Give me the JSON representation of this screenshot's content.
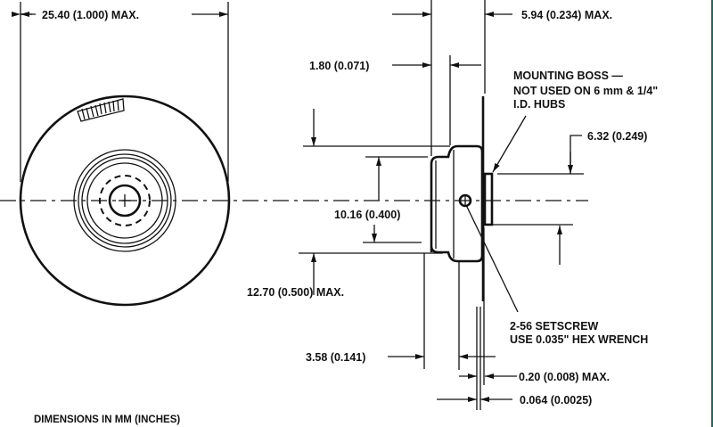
{
  "dimensions": {
    "overall_diameter": "25.40 (1.000) MAX.",
    "overall_width": "5.94 (0.234) MAX.",
    "flange_offset": "1.80 (0.071)",
    "hub_diameter_max": "12.70 (0.500) MAX.",
    "hub_diameter": "10.16 (0.400)",
    "boss_diameter": "6.32 (0.249)",
    "hub_length": "3.58 (0.141)",
    "disk_runout": "0.20 (0.008) MAX.",
    "disk_thickness": "0.064 (0.0025)"
  },
  "notes": {
    "mounting_boss": [
      "MOUNTING BOSS —",
      "NOT USED ON 6 mm & 1/4\"",
      "I.D. HUBS"
    ],
    "setscrew": [
      "2-56 SETSCREW",
      "USE 0.035\" HEX WRENCH"
    ],
    "units": "DIMENSIONS IN MM (INCHES)"
  }
}
